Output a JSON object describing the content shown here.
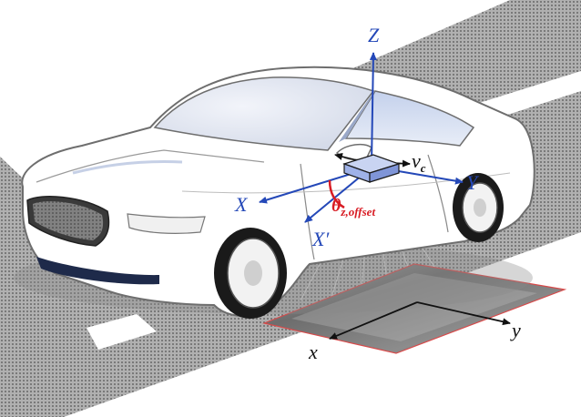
{
  "labels": {
    "Z": "Z",
    "X": "X",
    "Y": "Y",
    "X_prime": "X′",
    "v": "v",
    "v_sub": "c",
    "theta": "θ",
    "theta_sub": "z,offset",
    "x": "x",
    "y": "y"
  },
  "colors": {
    "axis_blue": "#2448b8",
    "angle_red": "#d81c24",
    "patch_border": "#d84a4a",
    "road": "#9a9a9a",
    "car_outline": "#6e6e6e",
    "sensor": "#9fb2e8"
  }
}
